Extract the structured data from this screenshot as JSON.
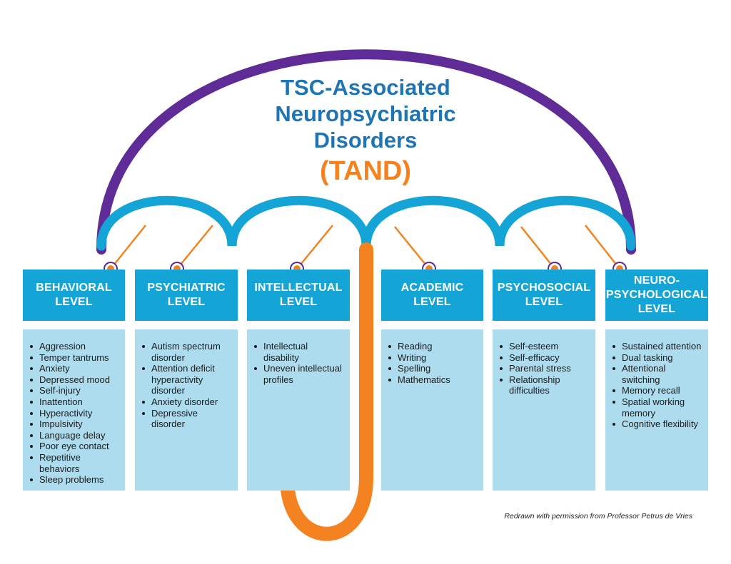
{
  "title": {
    "lines": [
      "TSC-Associated",
      "Neuropsychiatric",
      "Disorders"
    ],
    "acronym": "(TAND)"
  },
  "colors": {
    "arc": "#5e2b97",
    "canopy": "#15a4d6",
    "handle": "#f58220",
    "header_bg": "#15a4d6",
    "body_bg": "#acdcee",
    "title_text": "#1f75b4"
  },
  "columns": [
    {
      "header": [
        "BEHAVIORAL",
        "LEVEL"
      ],
      "items": [
        "Aggression",
        "Temper tantrums",
        "Anxiety",
        "Depressed mood",
        "Self-injury",
        "Inattention",
        "Hyperactivity",
        "Impulsivity",
        "Language delay",
        "Poor eye contact",
        "Repetitive behaviors",
        "Sleep problems"
      ]
    },
    {
      "header": [
        "PSYCHIATRIC",
        "LEVEL"
      ],
      "items": [
        "Autism spectrum disorder",
        "Attention deficit hyperactivity disorder",
        "Anxiety disorder",
        "Depressive disorder"
      ]
    },
    {
      "header": [
        "INTELLECTUAL",
        "LEVEL"
      ],
      "items": [
        "Intellectual disability",
        "Uneven intellectual profiles"
      ]
    },
    {
      "header": [
        "ACADEMIC",
        "LEVEL"
      ],
      "items": [
        "Reading",
        "Writing",
        "Spelling",
        "Mathematics"
      ]
    },
    {
      "header": [
        "PSYCHOSOCIAL",
        "LEVEL"
      ],
      "items": [
        "Self-esteem",
        "Self-efficacy",
        "Parental stress",
        "Relationship difficulties"
      ]
    },
    {
      "header": [
        "NEURO-",
        "PSYCHOLOGICAL",
        "LEVEL"
      ],
      "items": [
        "Sustained attention",
        "Dual tasking",
        "Attentional switching",
        "Memory recall",
        "Spatial working memory",
        "Cognitive flexibility"
      ]
    }
  ],
  "credit": "Redrawn with permission from Professor Petrus de Vries"
}
